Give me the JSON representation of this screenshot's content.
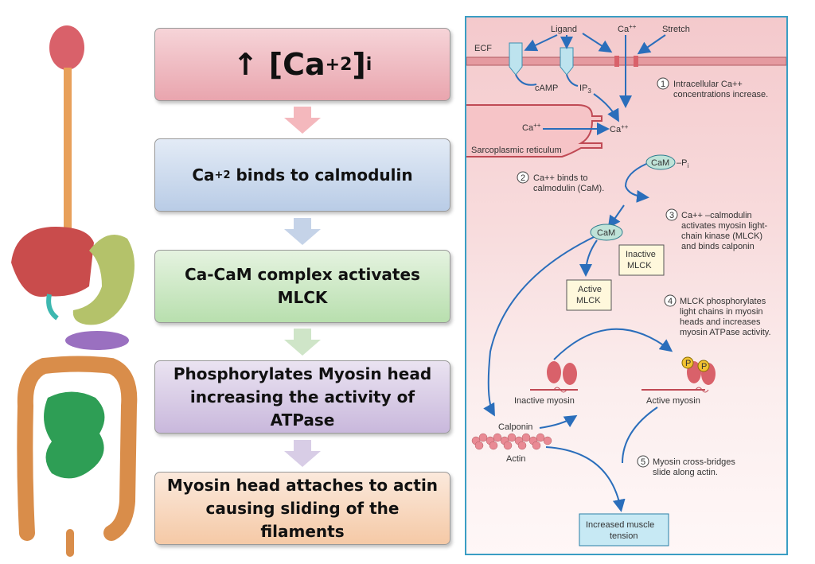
{
  "flow": {
    "box1": {
      "arrow": "↑",
      "text": "[Ca",
      "sup": "+2",
      "close": "]",
      "sub": "i"
    },
    "box2": {
      "prefix": "Ca",
      "sup": "+2",
      "text": " binds to calmodulin"
    },
    "box3": {
      "line1": "Ca-CaM complex activates",
      "line2": "MLCK"
    },
    "box4": {
      "line1": "Phosphorylates Myosin head",
      "line2": "increasing the activity of ATPase"
    },
    "box5": {
      "line1": "Myosin head attaches to actin",
      "line2": "causing sliding of the filaments"
    }
  },
  "diagram": {
    "ecf": "ECF",
    "ligand": "Ligand",
    "ca_top": "Ca",
    "ca_sup": "++",
    "stretch": "Stretch",
    "camp": "cAMP",
    "ip3": "IP",
    "ip3_sub": "3",
    "ca_sr": "Ca",
    "ca_center": "Ca",
    "sr_label": "Sarcoplasmic reticulum",
    "cam": "CaM",
    "cam_pi": "–P",
    "pi_sub": "i",
    "step1_num": "1",
    "step1": [
      "Intracellular Ca++",
      "concentrations increase."
    ],
    "step2_num": "2",
    "step2": [
      "Ca++ binds to",
      "calmodulin (CaM)."
    ],
    "step3_num": "3",
    "step3": [
      "Ca++ –calmodulin",
      "activates myosin light-",
      "chain kinase (MLCK)",
      "and binds calponin"
    ],
    "inactive_mlck": [
      "Inactive",
      "MLCK"
    ],
    "active_mlck": [
      "Active",
      "MLCK"
    ],
    "step4_num": "4",
    "step4": [
      "MLCK phosphorylates",
      "light chains in myosin",
      "heads and increases",
      "myosin ATPase activity."
    ],
    "inactive_myosin": "Inactive myosin",
    "active_myosin": "Active myosin",
    "p_label": "P",
    "calponin": "Calponin",
    "actin": "Actin",
    "step5_num": "5",
    "step5": [
      "Myosin cross-bridges",
      "slide along actin."
    ],
    "result": [
      "Increased muscle",
      "tension"
    ]
  }
}
